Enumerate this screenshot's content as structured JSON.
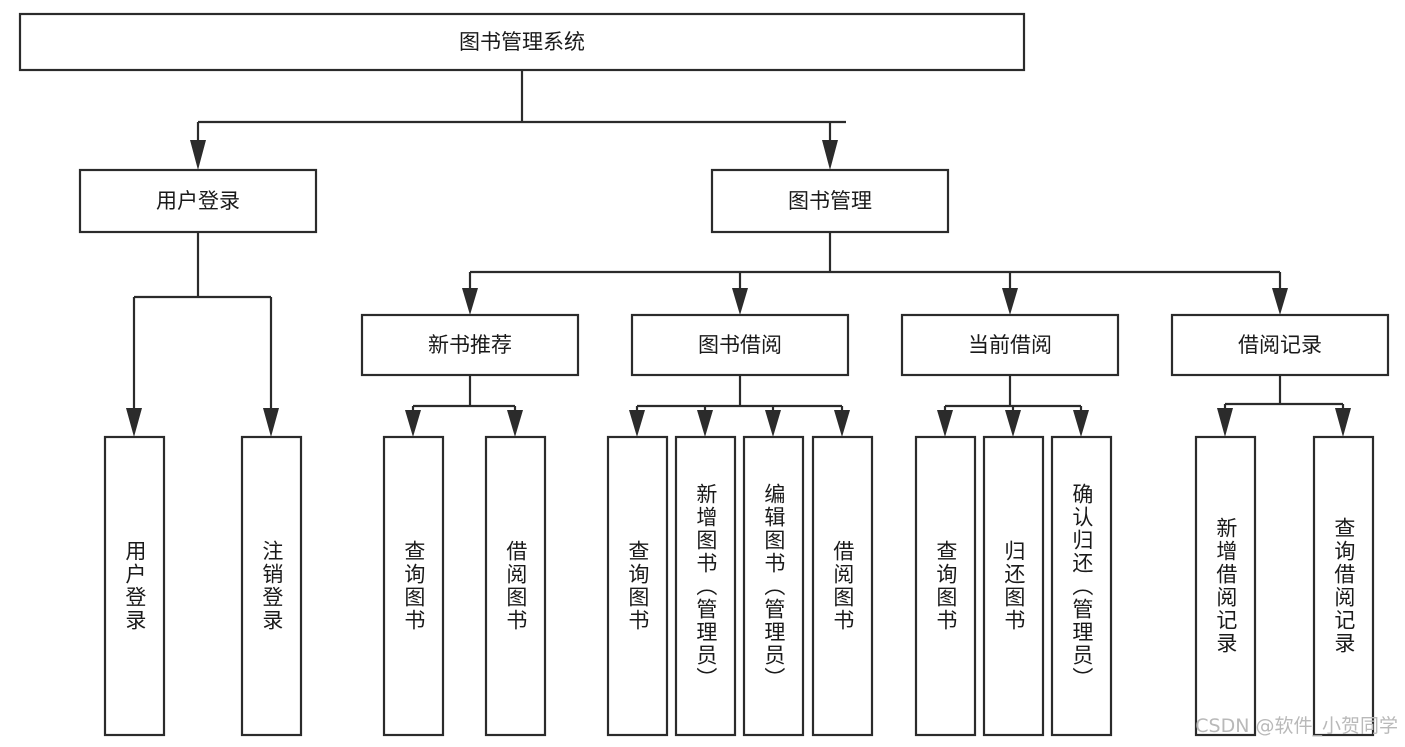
{
  "diagram": {
    "type": "tree-hierarchy",
    "title": "图书管理系统",
    "orientation": "top-down",
    "colors": {
      "box_stroke": "#2b2b2b",
      "box_fill": "#ffffff",
      "connector": "#2b2b2b",
      "text": "#1a1a1a",
      "watermark": "#b9b9b9",
      "background": "#ffffff"
    },
    "root": {
      "label": "图书管理系统"
    },
    "level2": [
      {
        "label": "用户登录"
      },
      {
        "label": "图书管理"
      }
    ],
    "level3": [
      {
        "label": "新书推荐"
      },
      {
        "label": "图书借阅"
      },
      {
        "label": "当前借阅"
      },
      {
        "label": "借阅记录"
      }
    ],
    "leaves": {
      "user_login": [
        {
          "label": "用户登录"
        },
        {
          "label": "注销登录"
        }
      ],
      "new_book_recommend": [
        {
          "label": "查询图书"
        },
        {
          "label": "借阅图书"
        }
      ],
      "book_borrow": [
        {
          "label": "查询图书"
        },
        {
          "label": "新增图书（管理员）"
        },
        {
          "label": "编辑图书（管理员）"
        },
        {
          "label": "借阅图书"
        }
      ],
      "current_borrow": [
        {
          "label": "查询图书"
        },
        {
          "label": "归还图书"
        },
        {
          "label": "确认归还（管理员）"
        }
      ],
      "borrow_record": [
        {
          "label": "新增借阅记录"
        },
        {
          "label": "查询借阅记录"
        }
      ]
    }
  },
  "watermark": {
    "label": "CSDN @软件_小贺同学"
  }
}
